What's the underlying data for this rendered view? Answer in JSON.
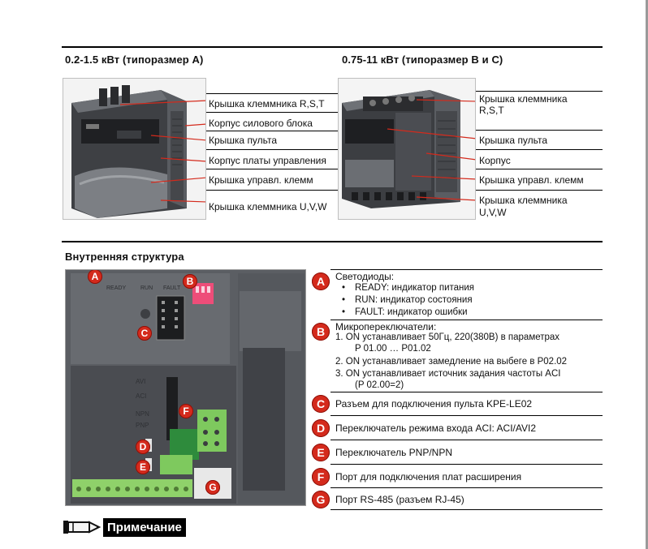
{
  "sections": {
    "size_a_title": "0.2-1.5 кВт (типоразмер A)",
    "size_bc_title": "0.75-11 кВт (типоразмер B и C)",
    "internal_title": "Внутренняя структура"
  },
  "size_a_labels": [
    "Крышка клеммника R,S,T",
    "Корпус силового блока",
    "Крышка пульта",
    "Корпус платы управления",
    "Крышка управл. клемм",
    "Крышка клеммника U,V,W"
  ],
  "size_bc_labels": {
    "rst_line1": "Крышка клеммника",
    "rst_line2": "R,S,T",
    "keypad": "Крышка пульта",
    "housing": "Корпус",
    "control": "Крышка управл. клемм",
    "uvw_line1": "Крышка клеммника",
    "uvw_line2": "U,V,W"
  },
  "board_badges": [
    "A",
    "B",
    "C",
    "D",
    "E",
    "F",
    "G"
  ],
  "board_print": {
    "leds": [
      "READY",
      "RUN",
      "FAULT"
    ],
    "switch_labels": [
      "AVI",
      "ACI",
      "NPN",
      "PNP"
    ]
  },
  "legend": {
    "a": {
      "badge": "A",
      "title": "Светодиоды:",
      "items": [
        "READY: индикатор питания",
        "RUN: индикатор состояния",
        "FAULT: индикатор ошибки"
      ]
    },
    "b": {
      "badge": "B",
      "title": "Микропереключатели:",
      "items": [
        "1. ON устанавливает 50Гц, 220(380В) в параметрах",
        "P 01.00 … P01.02",
        "2. ON устанавливает замедление на выбеге в P02.02",
        "3. ON устанавливает источник задания частоты ACI",
        "(P 02.00=2)"
      ]
    },
    "c": {
      "badge": "C",
      "text": "Разъем для подключения пульта KPE-LE02"
    },
    "d": {
      "badge": "D",
      "text": "Переключатель режима входа ACI: ACI/AVI2"
    },
    "e": {
      "badge": "E",
      "text": "Переключатель PNP/NPN"
    },
    "f": {
      "badge": "F",
      "text": "Порт для подключения плат расширения"
    },
    "g": {
      "badge": "G",
      "text": "Порт RS-485 (разъем RJ-45)"
    }
  },
  "note": {
    "label": "Примечание",
    "icon": "pencil-note-icon"
  },
  "colors": {
    "badge": "#d42a1c",
    "rule": "#000000",
    "device_body": "#4a4c50",
    "arrow": "#d42a1c"
  }
}
